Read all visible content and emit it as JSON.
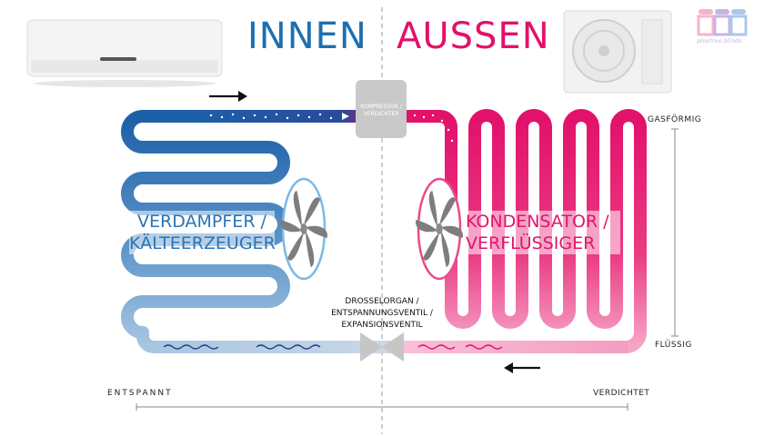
{
  "titles": {
    "inside": "INNEN",
    "outside": "AUSSEN"
  },
  "components": {
    "compressor": "KOMPRESSOR / VERDICHTER",
    "evaporator": [
      "VERDAMPFER /",
      "KÄLTEERZEUGER"
    ],
    "condenser": [
      "KONDENSATOR /",
      "VERFLÜSSIGER"
    ],
    "valve": [
      "DROSSELORGAN /",
      "ENTSPANNUNGSVENTIL /",
      "EXPANSIONSVENTIL"
    ]
  },
  "states": {
    "top": "GASFÖRMIG",
    "bottom": "FLÜSSIG"
  },
  "pressure_axis": {
    "left": "ENTSPANNT",
    "right": "VERDICHTET"
  },
  "logo_text": "pinetree.blinds",
  "colors": {
    "inside": "#1e6fb0",
    "outside": "#e2116a",
    "outside_light": "#f7a7c8",
    "valve": "#c9c9c9"
  },
  "icons": [
    "indoor-ac-unit",
    "outdoor-ac-unit",
    "fan-icon",
    "arrow-right-icon",
    "arrow-left-icon",
    "logo-icon"
  ]
}
